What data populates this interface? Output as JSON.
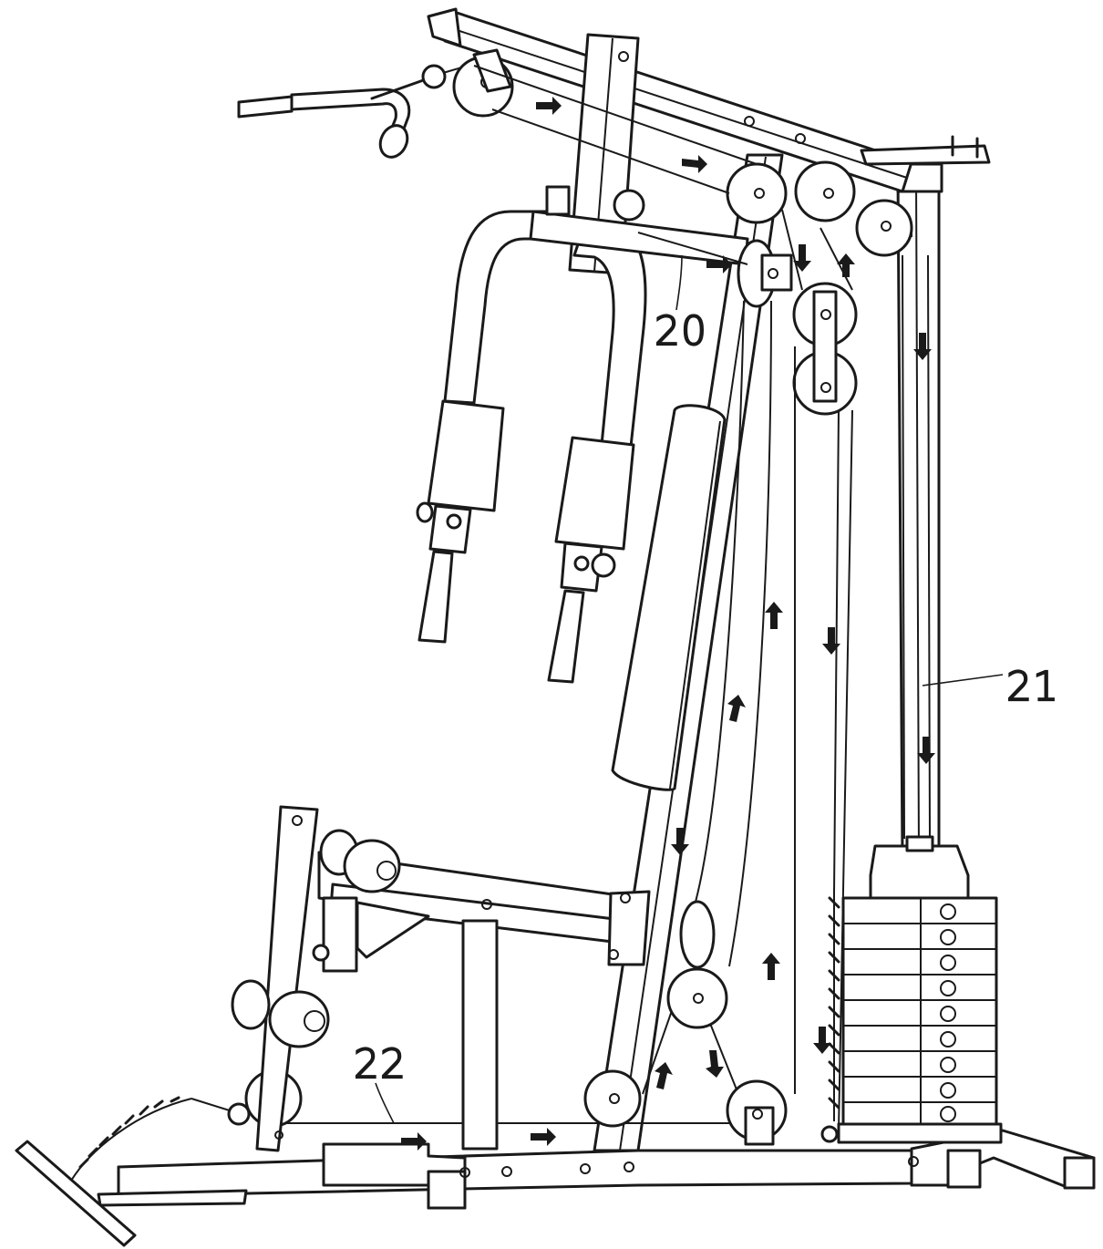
{
  "diagram": {
    "callouts": [
      {
        "id": "20",
        "label": "20"
      },
      {
        "id": "21",
        "label": "21"
      },
      {
        "id": "22",
        "label": "22"
      }
    ]
  }
}
